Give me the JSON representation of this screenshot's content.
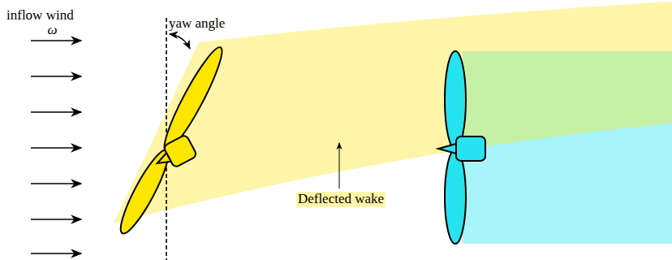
{
  "diagram": {
    "labels": [
      "inflow wind",
      "ω",
      "yaw angle",
      "Deflected wake"
    ]
  }
}
